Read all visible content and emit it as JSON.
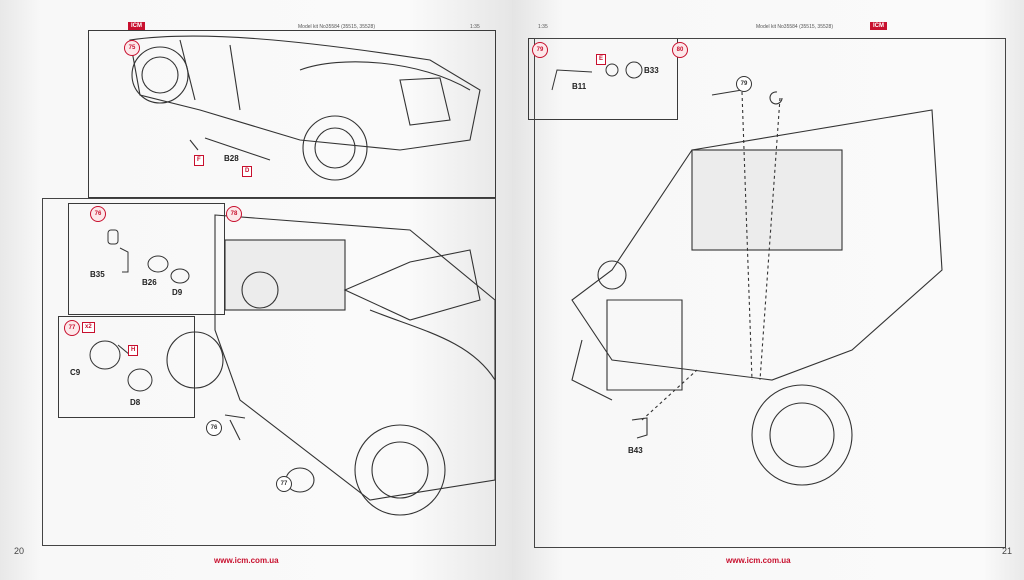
{
  "left_page": {
    "brand": "ICM",
    "header_model": "Model kit No35584 (35515, 35528)",
    "header_scale": "1:35",
    "steps": [
      "75",
      "76",
      "78",
      "77"
    ],
    "copies": "x2",
    "parts": [
      "F",
      "B28",
      "D",
      "B35",
      "B26",
      "D9",
      "H",
      "C9",
      "D8"
    ],
    "callouts": [
      "76",
      "77"
    ],
    "page_number": "20",
    "url": "www.icm.com.ua"
  },
  "right_page": {
    "brand": "ICM",
    "header_model": "Model kit No35584 (35515, 35528)",
    "header_scale": "1:35",
    "steps": [
      "79",
      "80"
    ],
    "parts": [
      "E",
      "B33",
      "B11",
      "B43"
    ],
    "callouts": [
      "79"
    ],
    "page_number": "21",
    "url": "www.icm.com.ua"
  }
}
